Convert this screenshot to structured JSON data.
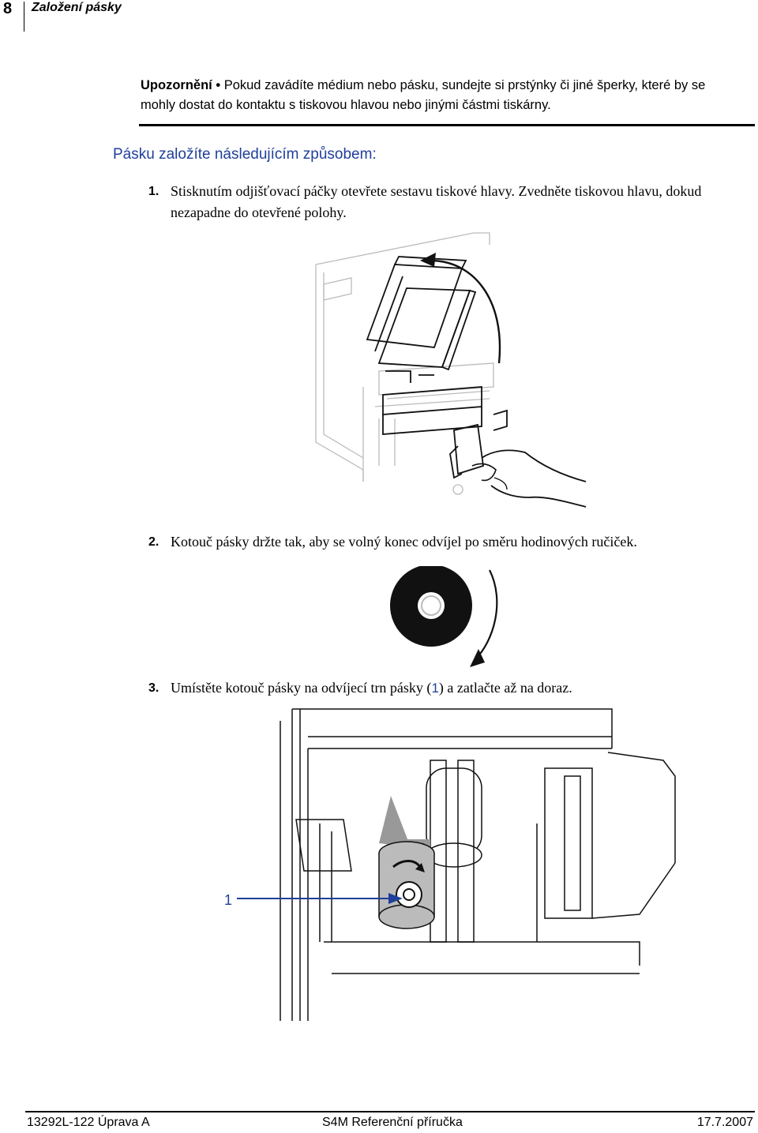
{
  "header": {
    "page_number": "8",
    "section": "Založení pásky"
  },
  "note": {
    "label": "Upozornění •",
    "text": " Pokud zavádíte médium nebo pásku, sundejte si prstýnky či jiné šperky, které by se mohly dostat do kontaktu s tiskovou hlavou nebo jinými částmi tiskárny."
  },
  "section_title": "Pásku založíte následujícím způsobem:",
  "steps": [
    {
      "num": "1.",
      "text": "Stisknutím odjišťovací páčky otevřete sestavu tiskové hlavy. Zvedněte tiskovou hlavu, dokud nezapadne do otevřené polohy."
    },
    {
      "num": "2.",
      "text": "Kotouč pásky držte tak, aby se volný konec odvíjel po směru hodinových ručiček."
    },
    {
      "num": "3.",
      "text_before": "Umístěte kotouč pásky na odvíjecí trn pásky (",
      "ref": "1",
      "text_after": ") a zatlačte až na doraz."
    }
  ],
  "figure3": {
    "callout": "1"
  },
  "footer": {
    "left": "13292L-122 Úprava A",
    "center": "S4M Referenční příručka",
    "right": "17.7.2007"
  }
}
